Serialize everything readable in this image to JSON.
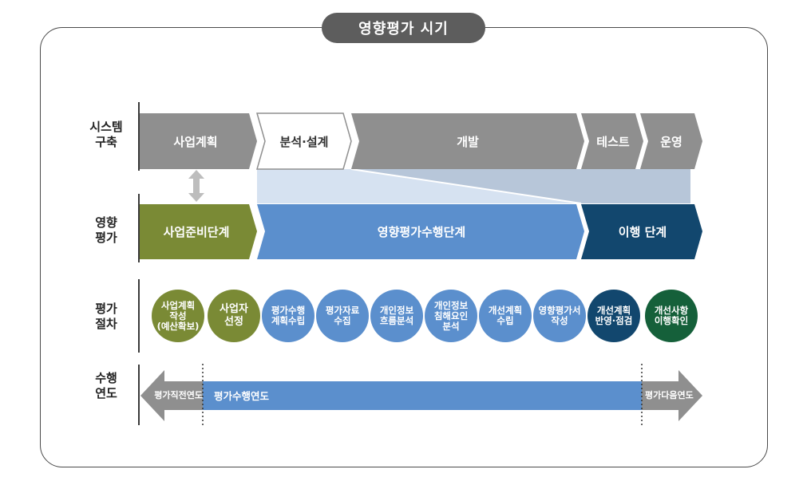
{
  "title": "영향평가 시기",
  "row_labels": {
    "system": "시스템\n구축",
    "assessment": "영향\n평가",
    "procedure": "평가\n절차",
    "year": "수행\n연도"
  },
  "system_stages": [
    "사업계획",
    "분석·설계",
    "개발",
    "테스트",
    "운영"
  ],
  "assessment_stages": [
    "사업준비단계",
    "영향평가수행단계",
    "이행 단계"
  ],
  "procedures": [
    {
      "label": "사업계획\n작성\n(예산확보)",
      "color": "#7a8a35"
    },
    {
      "label": "사업자\n선정",
      "color": "#7a8a35"
    },
    {
      "label": "평가수행\n계획수립",
      "color": "#5b8fcd"
    },
    {
      "label": "평가자료\n수집",
      "color": "#5b8fcd"
    },
    {
      "label": "개인정보\n흐름분석",
      "color": "#5b8fcd"
    },
    {
      "label": "개인정보\n침해요인\n분석",
      "color": "#5b8fcd"
    },
    {
      "label": "개선계획\n수립",
      "color": "#5b8fcd"
    },
    {
      "label": "영향평가서\n작성",
      "color": "#5b8fcd"
    },
    {
      "label": "개선계획\n반영·점검",
      "color": "#12476e"
    },
    {
      "label": "개선사항\n이행확인",
      "color": "#15603a"
    }
  ],
  "years": {
    "before": "평가직전연도",
    "during": "평가수행연도",
    "after": "평가다음연도"
  },
  "colors": {
    "gray": "#8f8f8f",
    "olive": "#7a8a35",
    "blue": "#5b8fcd",
    "navy": "#12476e",
    "green": "#15603a",
    "lightblue": "#d6e2f1"
  }
}
